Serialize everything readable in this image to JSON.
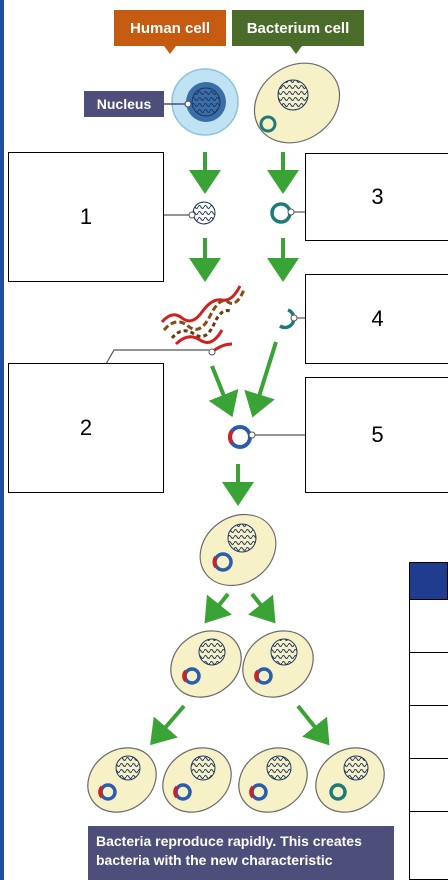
{
  "headers": {
    "human_cell": "Human cell",
    "bacterium_cell": "Bacterium cell",
    "nucleus": "Nucleus"
  },
  "label_boxes": {
    "box1": "1",
    "box2": "2",
    "box3": "3",
    "box4": "4",
    "box5": "5"
  },
  "caption": "Bacteria reproduce rapidly. This creates bacteria with the new characteristic",
  "colors": {
    "human_tag": "#c55a11",
    "bacterium_tag": "#4a6b2a",
    "nucleus_tag": "#4d4e7a",
    "arrow": "#3aa335",
    "plasmid_teal": "#1f7a7a",
    "plasmid_blue": "#2a5db0",
    "gene_red": "#d02020",
    "cell_fill": "#f7f1c8",
    "human_cell_fill": "#bfe3f2",
    "table_header": "#1f3c8f"
  }
}
